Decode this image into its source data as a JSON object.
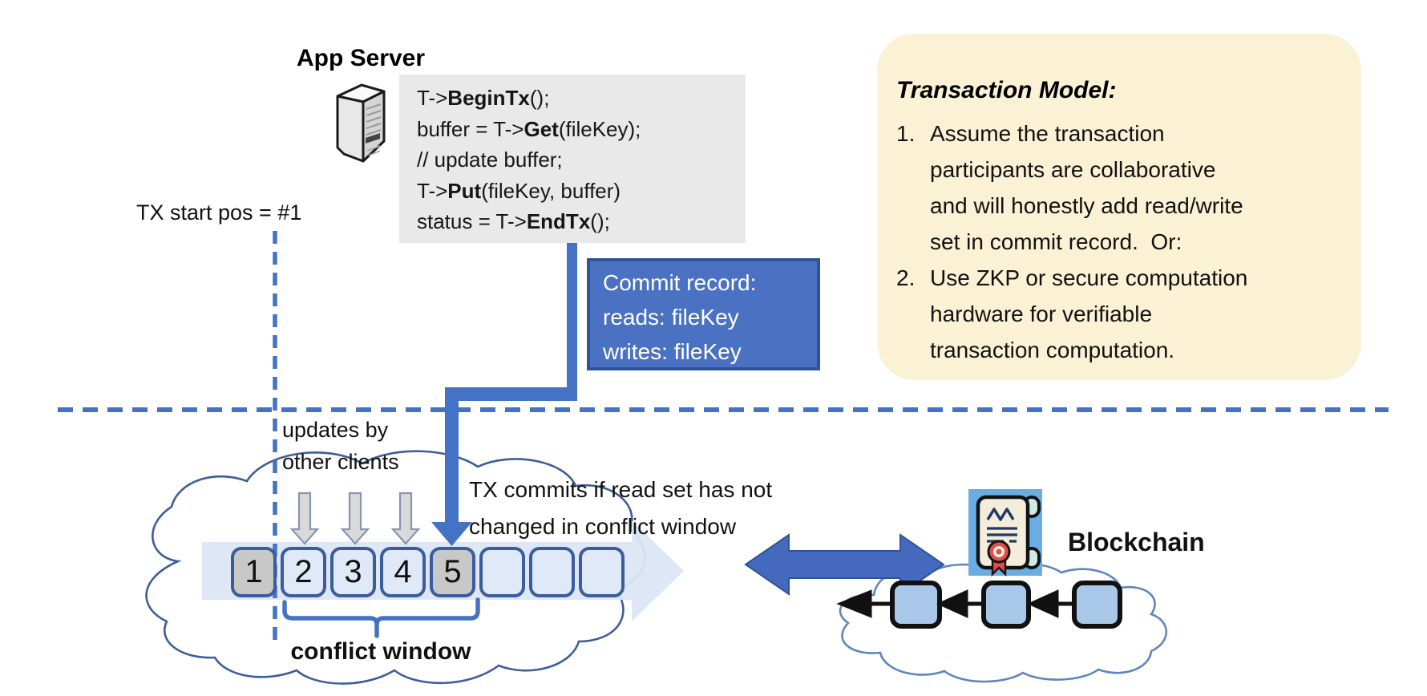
{
  "colors": {
    "accent_blue": "#4472C4",
    "accent_dark_blue": "#2F5496",
    "panel_yellow": "#FBF1D4",
    "code_background": "#E9E9E9",
    "square_border_blue": "#3B5D9E",
    "square_fill_light": "#DFE9F7",
    "square_fill_gray": "#C8C8C8",
    "band_light_blue": "#DBE6F4",
    "cloud_left_stroke": "#3D5E99",
    "cloud_right_stroke": "#5E86BB",
    "chain_block_fill": "#A9C7E9",
    "certificate_icon_background": "#69ADE3",
    "gray_arrow_fill": "#D9D9D9"
  },
  "icons": {
    "server": "server-tower-icon",
    "certificate": "scroll-certificate-icon"
  },
  "app_server": {
    "title": "App Server"
  },
  "code_block": {
    "lines": [
      [
        {
          "t": "T->"
        },
        {
          "t": "BeginTx",
          "b": true
        },
        {
          "t": "();"
        }
      ],
      [
        {
          "t": "buffer = T->"
        },
        {
          "t": "Get",
          "b": true
        },
        {
          "t": "(fileKey);"
        }
      ],
      [
        {
          "t": "// update buffer;"
        }
      ],
      [
        {
          "t": "T->"
        },
        {
          "t": "Put",
          "b": true
        },
        {
          "t": "(fileKey, buffer)"
        }
      ],
      [
        {
          "t": "status = T->"
        },
        {
          "t": "EndTx",
          "b": true
        },
        {
          "t": "();"
        }
      ]
    ]
  },
  "tx_start": {
    "label": "TX start pos = #1"
  },
  "commit_record": {
    "lines": [
      "Commit record:",
      "reads: fileKey",
      "writes: fileKey"
    ]
  },
  "transaction_model": {
    "title": "Transaction Model:",
    "items": [
      {
        "number": "1.",
        "lines": [
          "Assume the transaction",
          "participants are collaborative",
          "and will honestly add read/write",
          "set in commit record.  Or:"
        ]
      },
      {
        "number": "2.",
        "lines": [
          "Use ZKP or secure computation",
          "hardware for verifiable",
          "transaction computation."
        ]
      }
    ]
  },
  "updates_label": {
    "lines": [
      "updates by",
      "other clients"
    ]
  },
  "tx_commits_label": {
    "lines": [
      "TX commits if read set has not",
      "changed in conflict window"
    ]
  },
  "timeline": {
    "squares": [
      {
        "label": "1",
        "state": "gray"
      },
      {
        "label": "2",
        "state": "light"
      },
      {
        "label": "3",
        "state": "light"
      },
      {
        "label": "4",
        "state": "light"
      },
      {
        "label": "5",
        "state": "gray"
      },
      {
        "label": "",
        "state": "light"
      },
      {
        "label": "",
        "state": "light"
      },
      {
        "label": "",
        "state": "light"
      }
    ]
  },
  "conflict_window": {
    "label": "conflict window"
  },
  "blockchain": {
    "label": "Blockchain"
  }
}
